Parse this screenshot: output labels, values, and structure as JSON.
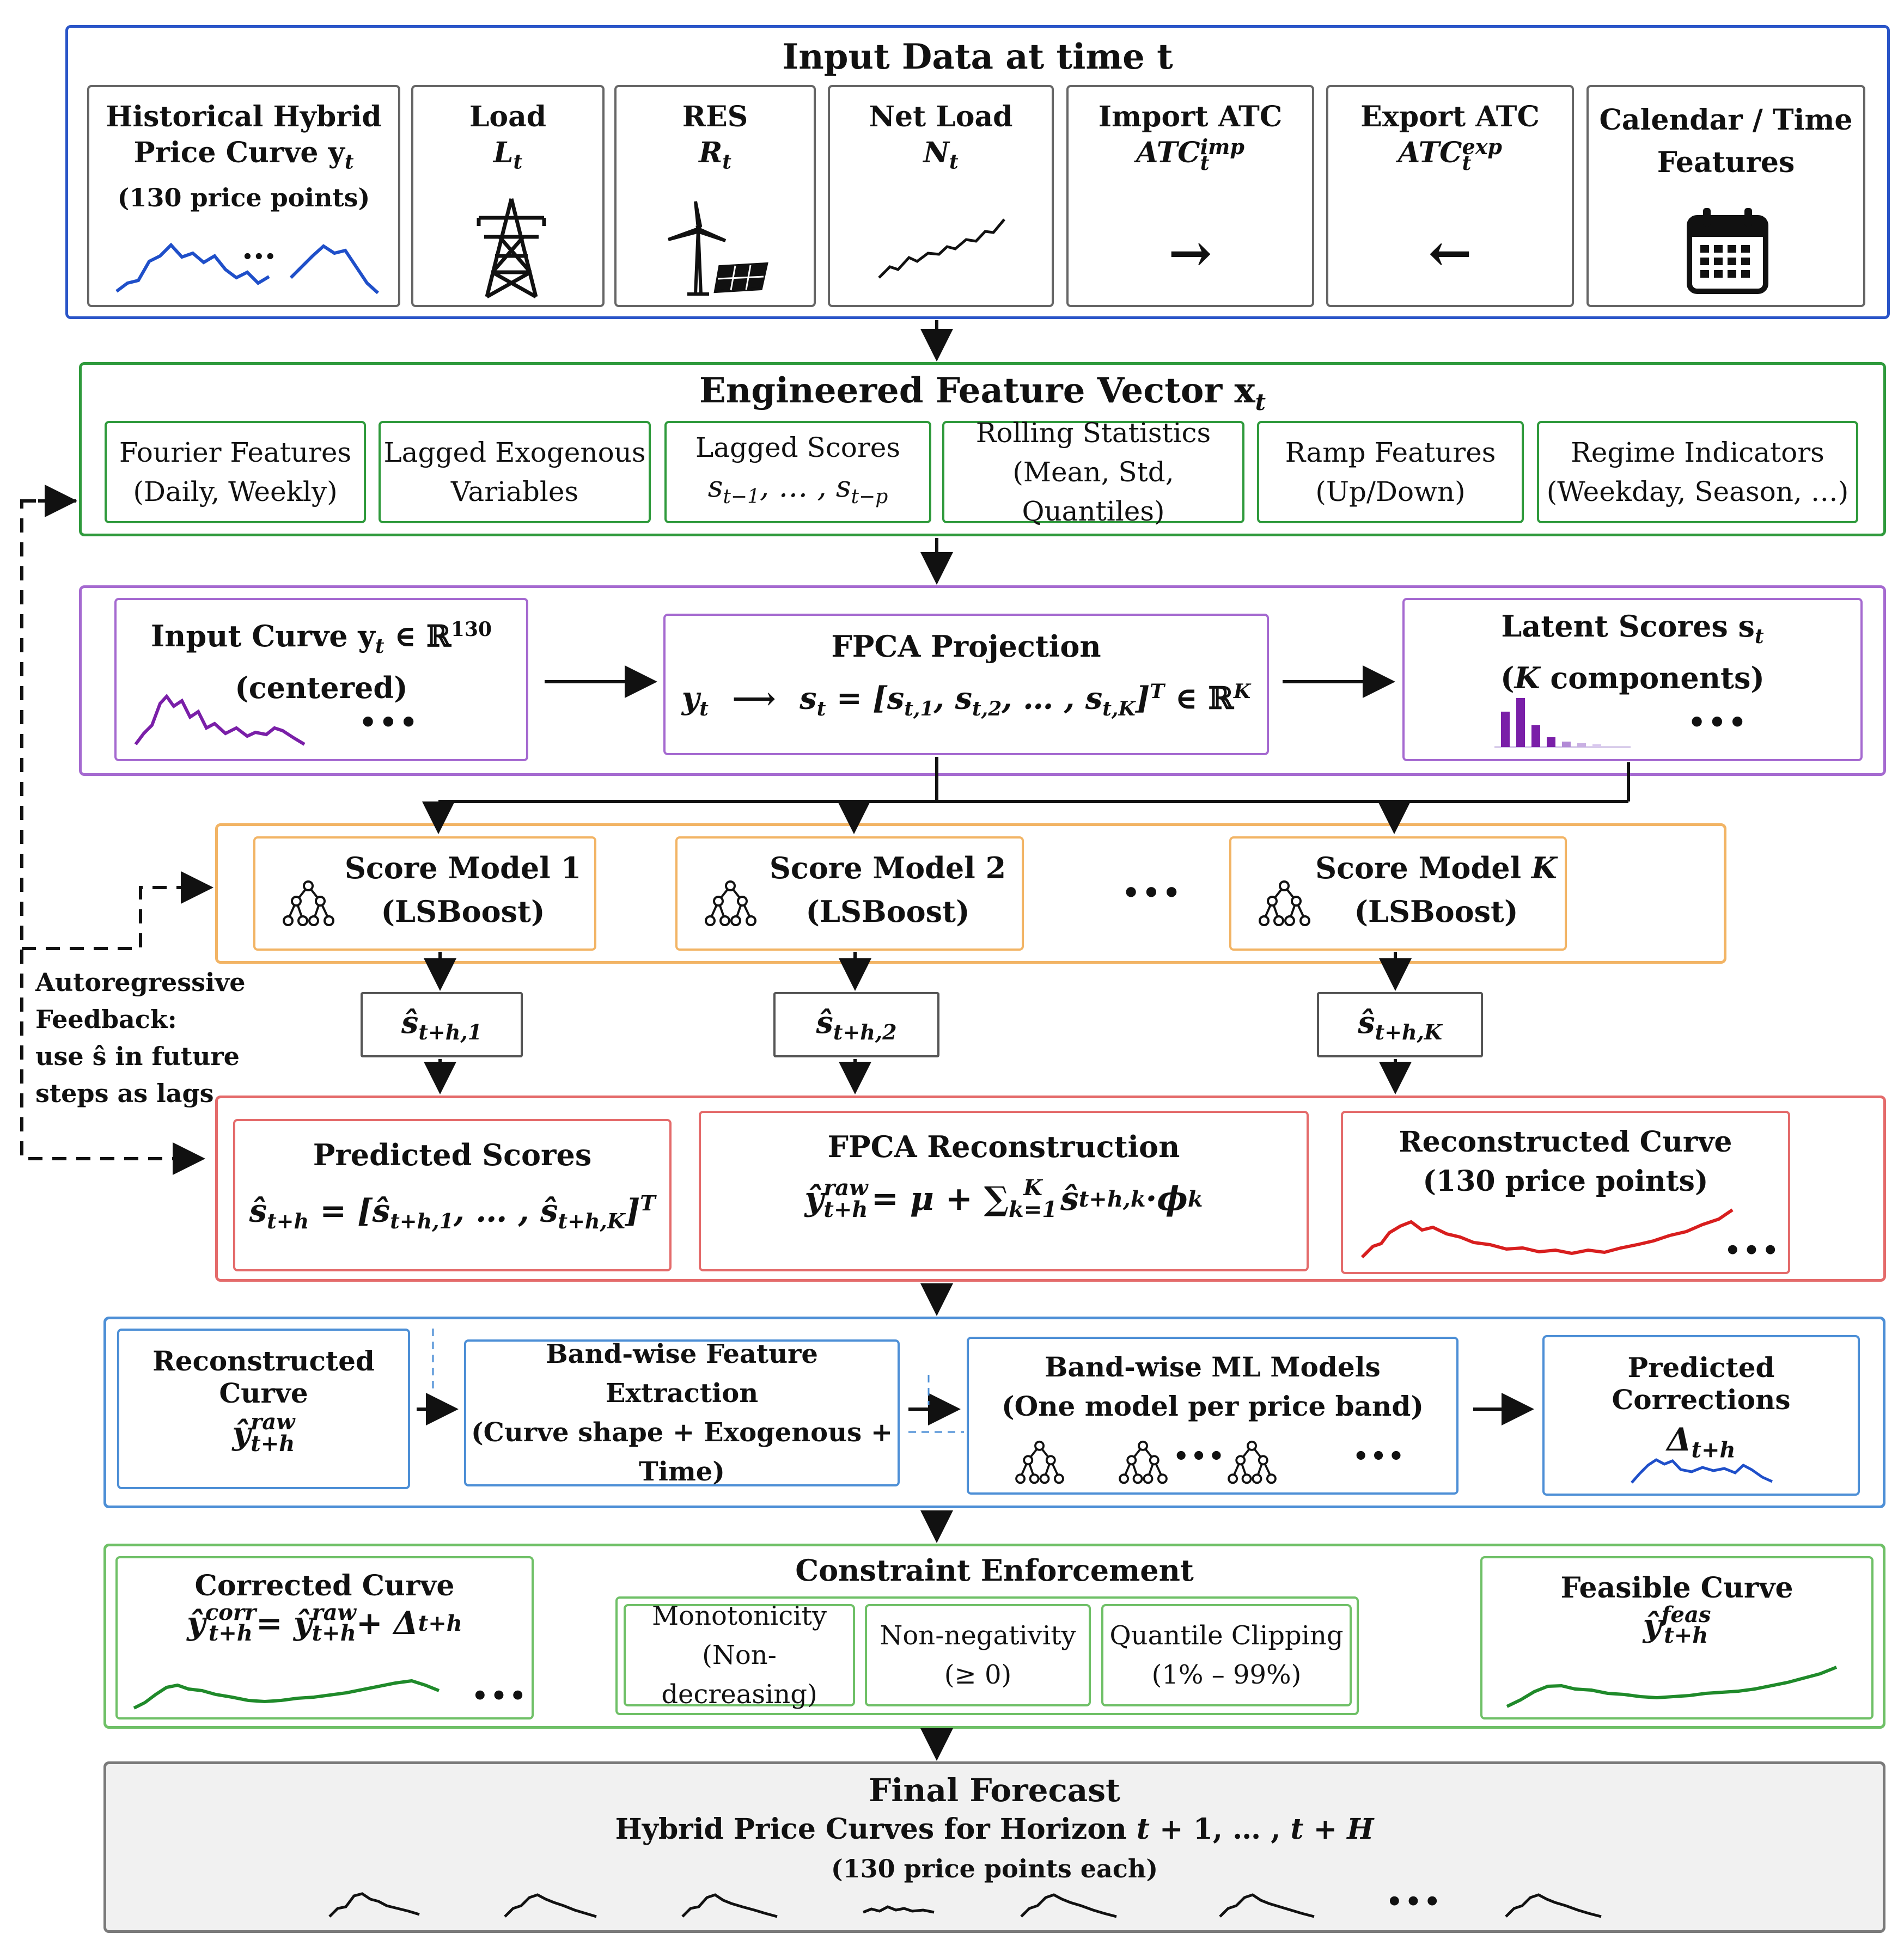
{
  "colors": {
    "input_border": "#2a55c8",
    "feature_border": "#2f9a3c",
    "fpca_border": "#a56ad0",
    "score_border": "#f2b465",
    "recon_border": "#e46b6b",
    "band_border": "#4d8fd6",
    "constraint_border": "#6fc067",
    "final_border": "#7a7a7a",
    "blue_curve": "#1f4fc9",
    "purple_curve": "#7a1fa8",
    "red_curve": "#d81e1e",
    "green_curve": "#1f8a2a"
  },
  "input": {
    "title": "Input Data at time t",
    "boxes": [
      {
        "line1": "Historical Hybrid",
        "line2": "Price Curve y",
        "sub": "t",
        "line3": "(130 price points)",
        "icon": "price-curve-icon"
      },
      {
        "line1": "Load",
        "sym": "L",
        "sub": "t",
        "icon": "transmission-tower-icon"
      },
      {
        "line1": "RES",
        "sym": "R",
        "sub": "t",
        "icon": "wind-solar-icon"
      },
      {
        "line1": "Net Load",
        "sym": "N",
        "sub": "t",
        "icon": "line-trend-icon"
      },
      {
        "line1": "Import ATC",
        "sym": "ATC",
        "sub": "t",
        "sup": "imp",
        "icon": "arrow-right-icon",
        "arrow": "→"
      },
      {
        "line1": "Export ATC",
        "sym": "ATC",
        "sub": "t",
        "sup": "exp",
        "icon": "arrow-left-icon",
        "arrow": "←"
      },
      {
        "line1": "Calendar / Time",
        "line2": "Features",
        "icon": "calendar-icon"
      }
    ],
    "ellipsis": "..."
  },
  "features": {
    "title": "Engineered Feature Vector x",
    "title_sub": "t",
    "boxes": [
      {
        "line1": "Fourier Features",
        "line2": "(Daily, Weekly)"
      },
      {
        "line1": "Lagged Exogenous",
        "line2": "Variables"
      },
      {
        "line1": "Lagged Scores",
        "line2": "s",
        "s1": "t−1",
        "mid": ", … , s",
        "s2": "t−p"
      },
      {
        "line1": "Rolling Statistics",
        "line2": "(Mean, Std, Quantiles)"
      },
      {
        "line1": "Ramp Features",
        "line2": "(Up/Down)"
      },
      {
        "line1": "Regime Indicators",
        "line2": "(Weekday, Season, …)"
      }
    ]
  },
  "fpca": {
    "input_line1a": "Input Curve y",
    "input_line1_sub": "t",
    "input_line1b": " ∈ ℝ",
    "input_line1_sup": "130",
    "input_line2": "(centered)",
    "proj_title": "FPCA Projection",
    "proj_lhs": "y",
    "proj_lhs_sub": "t",
    "proj_arrow": "⟶",
    "proj_rhs_a": "s",
    "proj_rhs_sub": "t",
    "proj_rhs_b": " = [s",
    "proj_s1": "t,1",
    "proj_c": ", s",
    "proj_s2": "t,2",
    "proj_d": ", … , s",
    "proj_sk": "t,K",
    "proj_e": "]",
    "proj_sup_T": "T",
    "proj_f": " ∈ ℝ",
    "proj_sup_K": "K",
    "latent_line1": "Latent Scores s",
    "latent_sub": "t",
    "latent_line2a": "(",
    "latent_line2_K": "K",
    "latent_line2b": " components)",
    "ellipsis": "•••"
  },
  "scores": {
    "models": [
      {
        "line1": "Score Model 1",
        "line2": "(LSBoost)"
      },
      {
        "line1": "Score Model 2",
        "line2": "(LSBoost)"
      },
      {
        "line1": "Score Model ",
        "line1_K": "K",
        "line2": "(LSBoost)"
      }
    ],
    "ellipsis": "•••",
    "outputs": [
      {
        "base": "ŝ",
        "sub": "t+h,1"
      },
      {
        "base": "ŝ",
        "sub": "t+h,2"
      },
      {
        "base": "ŝ",
        "sub": "t+h,K"
      }
    ]
  },
  "feedback": {
    "line1": "Autoregressive",
    "line2": "Feedback:",
    "line3": "use ŝ in future",
    "line4": "steps as lags"
  },
  "recon": {
    "pred_title": "Predicted Scores",
    "pred_a": "ŝ",
    "pred_a_sub": "t+h",
    "pred_b": " = [ŝ",
    "pred_b_sub": "t+h,1",
    "pred_c": ", … , ŝ",
    "pred_c_sub": "t+h,K",
    "pred_d": "]",
    "pred_sup": "T",
    "fpca_title": "FPCA Reconstruction",
    "fpca_a": "ŷ",
    "fpca_a_sup": "raw",
    "fpca_a_sub": "t+h",
    "fpca_b": " = μ + ∑",
    "fpca_sum_sup": "K",
    "fpca_sum_sub": "k=1",
    "fpca_c": " ŝ",
    "fpca_c_sub": "t+h,k",
    "fpca_d": "·ϕ",
    "fpca_d_sub": "k",
    "rc_line1": "Reconstructed Curve",
    "rc_line2": "(130 price points)",
    "ellipsis": "•••"
  },
  "band": {
    "rc_title": "Reconstructed Curve",
    "rc_sym": "ŷ",
    "rc_sup": "raw",
    "rc_sub": "t+h",
    "fe_line1": "Band-wise Feature Extraction",
    "fe_line2": "(Curve shape + Exogenous + Time)",
    "ml_line1": "Band-wise ML Models",
    "ml_line2": "(One model per price band)",
    "ml_dots1": "•••",
    "ml_dots2": "•••",
    "pc_title": "Predicted Corrections",
    "pc_sym": "Δ",
    "pc_sub": "t+h"
  },
  "constraint": {
    "cc_title": "Corrected Curve",
    "cc_a": "ŷ",
    "cc_a_sup": "corr",
    "cc_a_sub": "t+h",
    "cc_b": " = ŷ",
    "cc_b_sup": "raw",
    "cc_b_sub": "t+h",
    "cc_c": " + Δ",
    "cc_c_sub": "t+h",
    "title": "Constraint Enforcement",
    "items": [
      {
        "line1": "Monotonicity",
        "line2": "(Non-decreasing)"
      },
      {
        "line1": "Non-negativity",
        "line2": "(≥ 0)"
      },
      {
        "line1": "Quantile Clipping",
        "line2": "(1% – 99%)"
      }
    ],
    "fc_title": "Feasible Curve",
    "fc_sym": "ŷ",
    "fc_sup": "feas",
    "fc_sub": "t+h",
    "ellipsis": "•••"
  },
  "final": {
    "title": "Final Forecast",
    "line2a": "Hybrid Price Curves for Horizon ",
    "line2b": "t",
    "line2c": " + 1, … , ",
    "line2d": "t",
    "line2e": " + ",
    "line2f": "H",
    "line3": "(130 price points each)",
    "ellipsis": "•••"
  }
}
